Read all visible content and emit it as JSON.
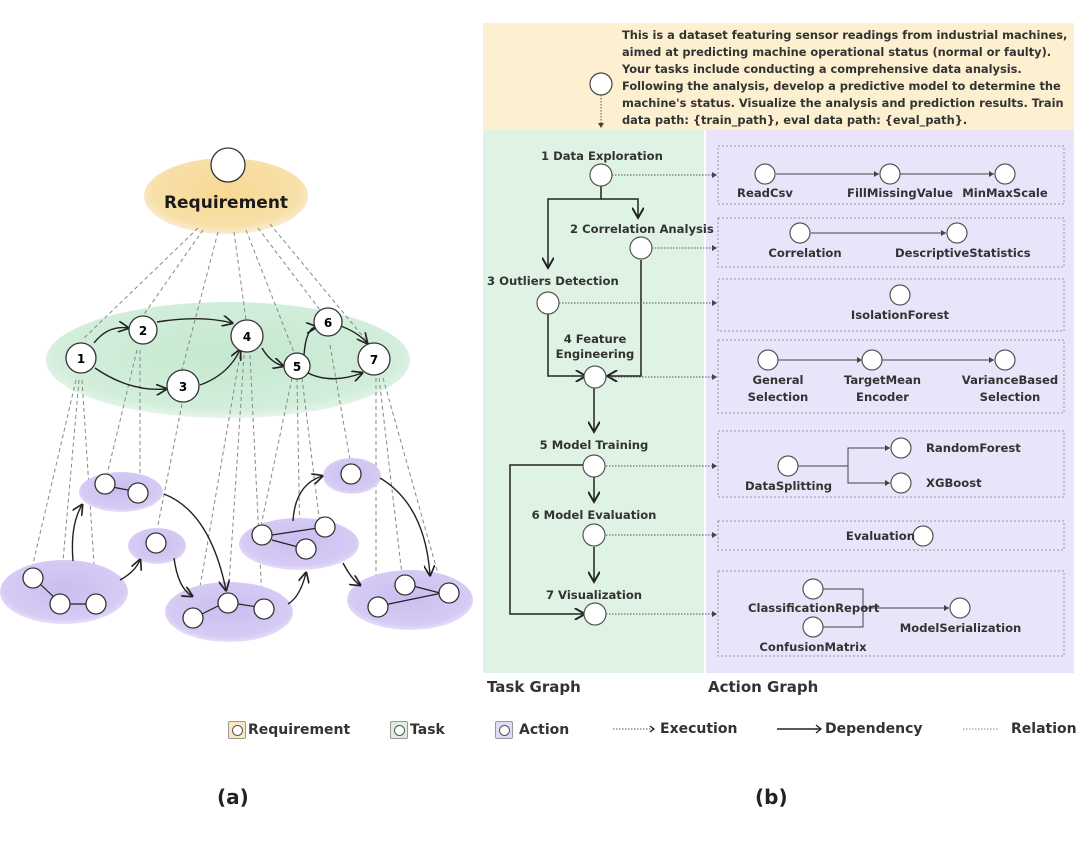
{
  "figure_a": {
    "requirement_label": "Requirement",
    "task_nodes": [
      "1",
      "2",
      "3",
      "4",
      "5",
      "6",
      "7"
    ],
    "caption": "(a)"
  },
  "figure_b": {
    "requirement_text": "This is a dataset featuring sensor readings from industrial machines, aimed at predicting machine operational status (normal or faulty). Your tasks include conducting a comprehensive data analysis. Following the analysis, develop a predictive model to determine the machine's status. Visualize the analysis and prediction results. Train data path: {train_path}, eval data path: {eval_path}.",
    "tasks": [
      {
        "label": "1 Data Exploration"
      },
      {
        "label": "2 Correlation Analysis"
      },
      {
        "label": "3 Outliers Detection"
      },
      {
        "label": "4 Feature Engineering",
        "line1": "4 Feature",
        "line2": "Engineering"
      },
      {
        "label": "5 Model Training"
      },
      {
        "label": "6 Model Evaluation"
      },
      {
        "label": "7 Visualization"
      }
    ],
    "actions": {
      "group1": [
        "ReadCsv",
        "FillMissingValue",
        "MinMaxScale"
      ],
      "group2": [
        "Correlation",
        "DescriptiveStatistics"
      ],
      "group3": [
        "IsolationForest"
      ],
      "group4": [
        {
          "line1": "General",
          "line2": "Selection"
        },
        {
          "line1": "TargetMean",
          "line2": "Encoder"
        },
        {
          "line1": "VarianceBased",
          "line2": "Selection"
        }
      ],
      "group5": [
        "DataSplitting",
        "RandomForest",
        "XGBoost"
      ],
      "group6": [
        "Evaluation"
      ],
      "group7": [
        "ClassificationReport",
        "ConfusionMatrix",
        "ModelSerialization"
      ]
    },
    "task_graph_title": "Task Graph",
    "action_graph_title": "Action Graph",
    "caption": "(b)"
  },
  "legend": {
    "requirement": "Requirement",
    "task": "Task",
    "action": "Action",
    "execution": "Execution",
    "dependency": "Dependency",
    "relation": "Relation"
  },
  "colors": {
    "requirement": "#fdf0d0",
    "task": "#dff3e4",
    "action": "#e9e4f9",
    "requirement_ellipse": "#f6d896",
    "task_ellipse": "#cdebd5",
    "action_ellipse": "#d7cdf3"
  }
}
